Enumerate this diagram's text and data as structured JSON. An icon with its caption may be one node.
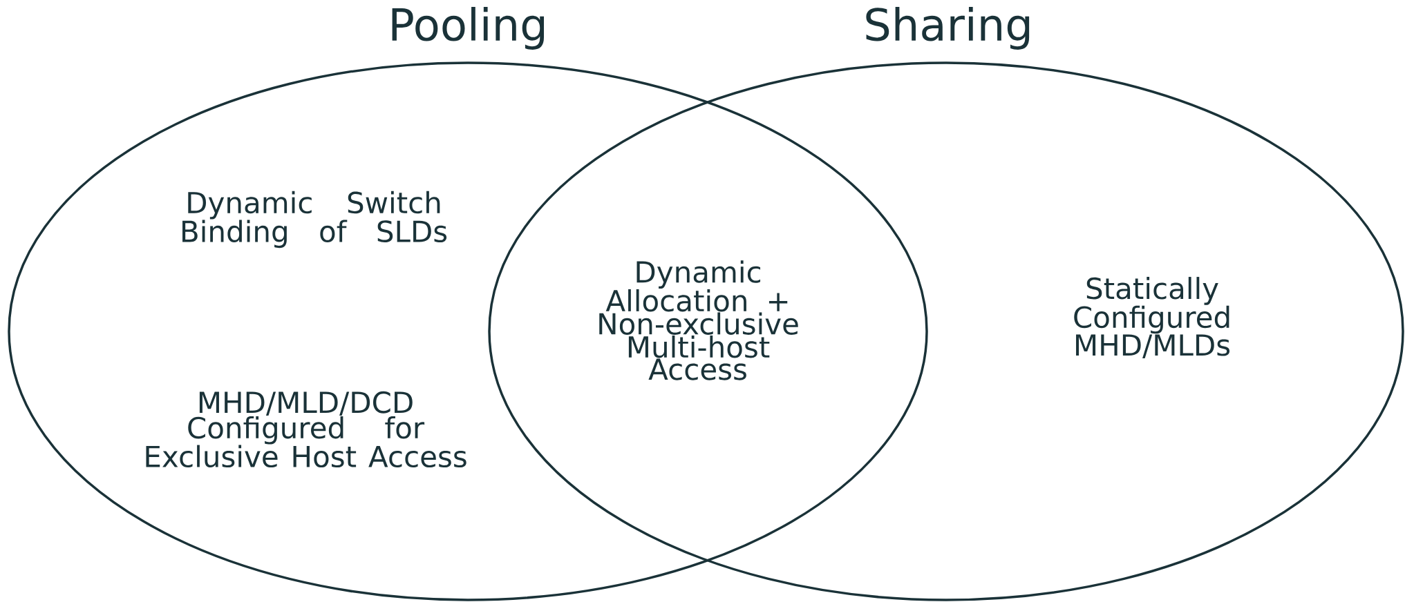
{
  "diagram": {
    "nodes": [
      {
        "text": [
          "Pooling",
          "Dynamic Switch Binding of SLDs",
          "MHD/MLD/DCD Configured for Exclusive Host Access"
        ]
      },
      {
        "text": [
          "Sharing",
          "Statically Configured MHD/MLDs"
        ]
      }
    ],
    "labels": [
      "Dynamic Allocation + Non-exclusive Multi-host Access"
    ]
  }
}
